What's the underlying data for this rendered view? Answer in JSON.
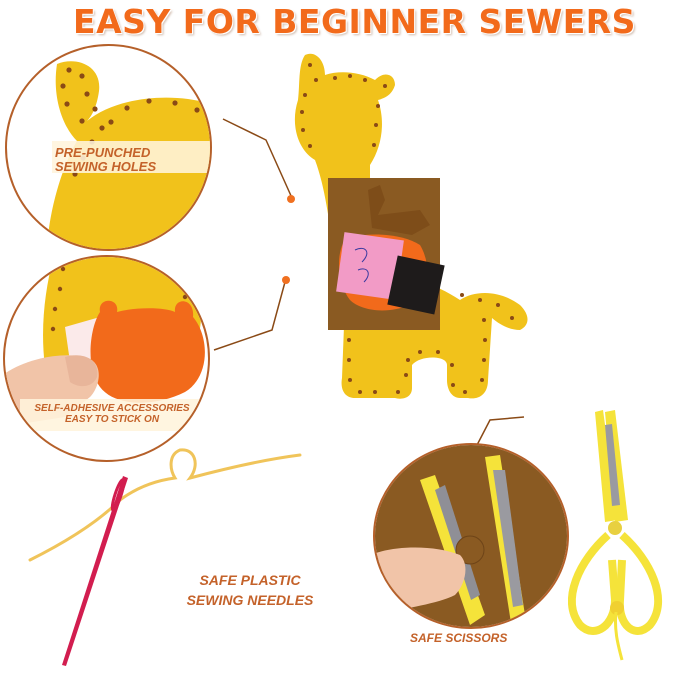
{
  "title": "EASY FOR BEGINNER SEWERS",
  "callouts": [
    {
      "id": "holes",
      "lines": [
        "PRE-PUNCHED",
        "SEWING HOLES"
      ]
    },
    {
      "id": "adhesive",
      "lines": [
        "SELF-ADHESIVE ACCESSORIES",
        "EASY TO STICK ON"
      ]
    },
    {
      "id": "needles",
      "lines": [
        "SAFE PLASTIC",
        "SEWING NEEDLES"
      ]
    },
    {
      "id": "scissors",
      "lines": [
        "SAFE SCISSORS"
      ]
    }
  ],
  "colors": {
    "title": "#f26a1b",
    "label_text": "#c4622a",
    "circle_border": "#b5602a",
    "connector_dot": "#f07020",
    "felt_yellow": "#f1c21b",
    "felt_brown": "#8a5a22",
    "felt_orange": "#f26a1b",
    "felt_pink": "#f29bc6",
    "felt_black": "#1e1b1b",
    "needle_red": "#d21d4f",
    "thread_yellow": "#f0c45a",
    "scissor_yellow": "#f5e33a"
  },
  "icons": {
    "giraffe": "giraffe-felt-icon",
    "needle": "needle-icon",
    "scissors": "scissors-icon",
    "bear_sticker": "bear-sticker-icon"
  }
}
